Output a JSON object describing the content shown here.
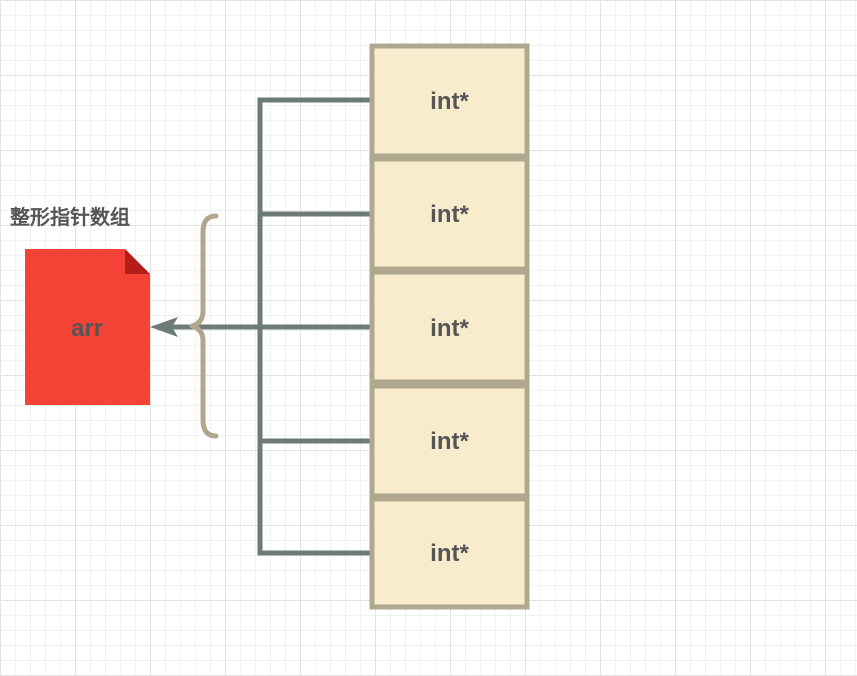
{
  "diagram": {
    "title": "整形指针数组",
    "variable": {
      "name": "arr",
      "fill": "#f44336",
      "fold_fill": "#b71c1c",
      "text_color": "#555555"
    },
    "array": {
      "cells": [
        "int*",
        "int*",
        "int*",
        "int*",
        "int*"
      ],
      "cell_fill": "#f8eccc",
      "cell_border": "#b0a88e",
      "text_color": "#555555"
    },
    "connector_color": "#6c7a78",
    "brace_color": "#b0a88e"
  }
}
